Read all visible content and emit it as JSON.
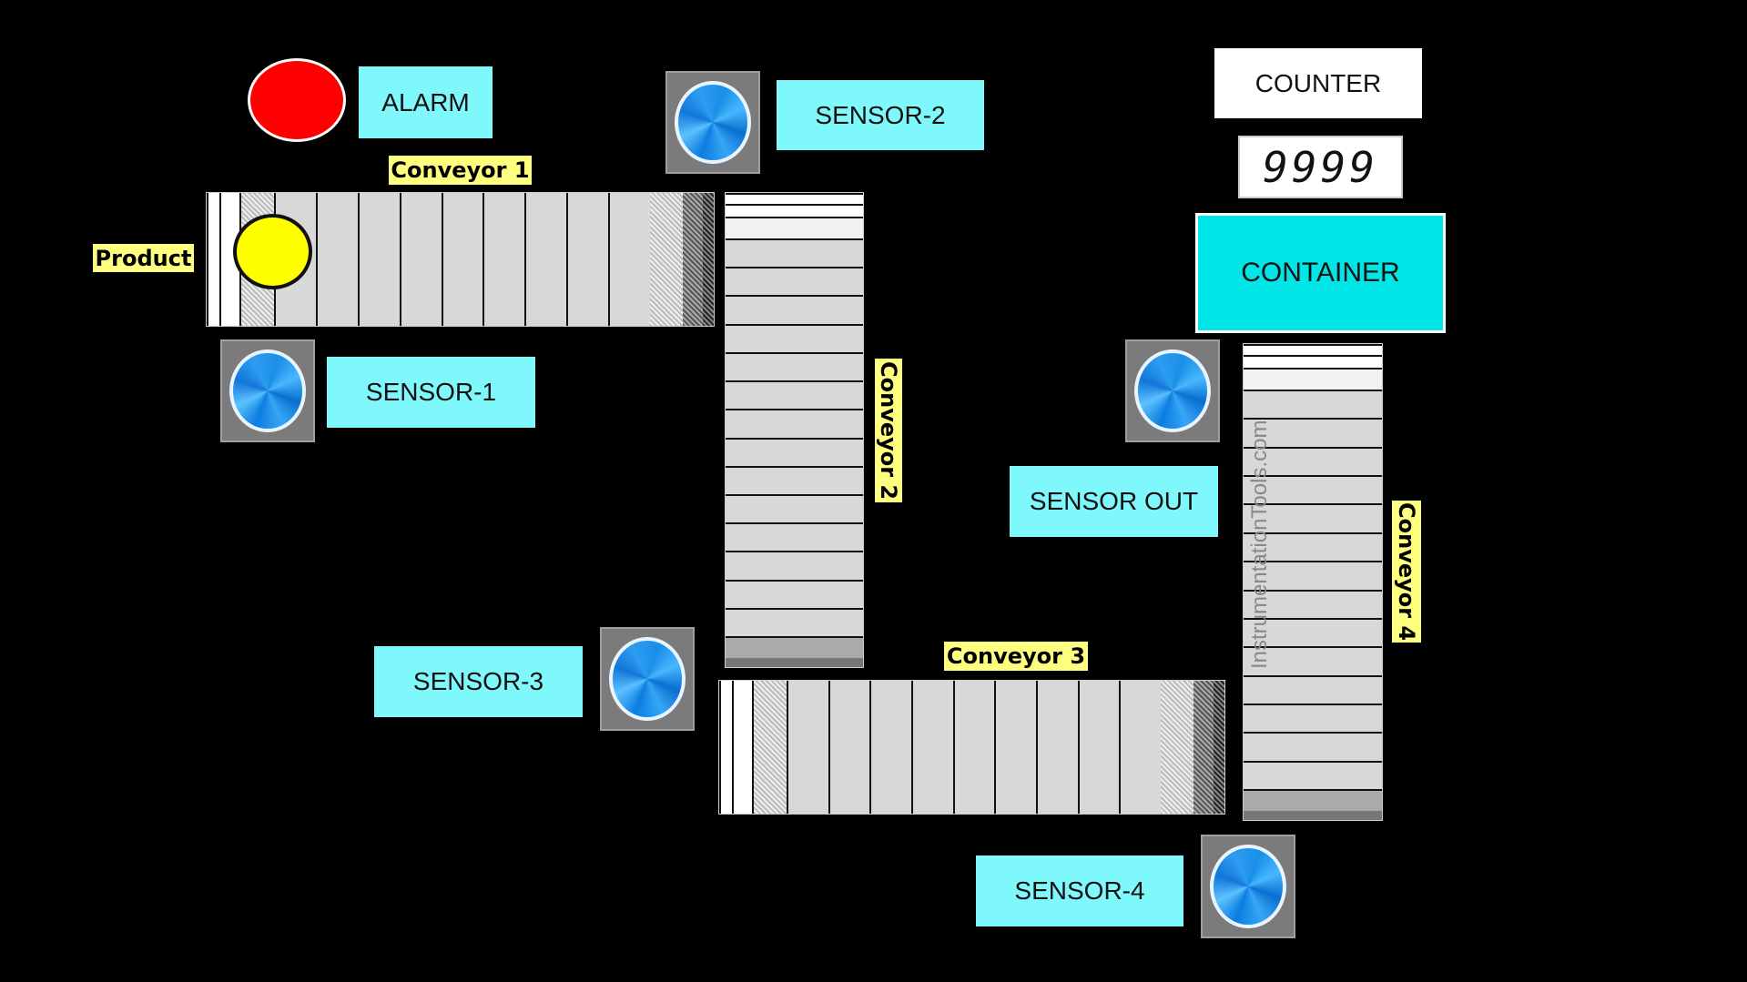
{
  "alarm": {
    "label": "ALARM",
    "indicator_color": "#ff0000"
  },
  "product": {
    "label": "Product",
    "color": "#ffff00"
  },
  "conveyors": [
    {
      "label": "Conveyor 1"
    },
    {
      "label": "Conveyor 2"
    },
    {
      "label": "Conveyor 3"
    },
    {
      "label": "Conveyor 4"
    }
  ],
  "sensors": {
    "s1": "SENSOR-1",
    "s2": "SENSOR-2",
    "s3": "SENSOR-3",
    "s4": "SENSOR-4",
    "out": "SENSOR OUT"
  },
  "counter": {
    "label": "COUNTER",
    "value": "9999"
  },
  "container": {
    "label": "CONTAINER"
  },
  "watermark": "InstrumentationTools.com"
}
